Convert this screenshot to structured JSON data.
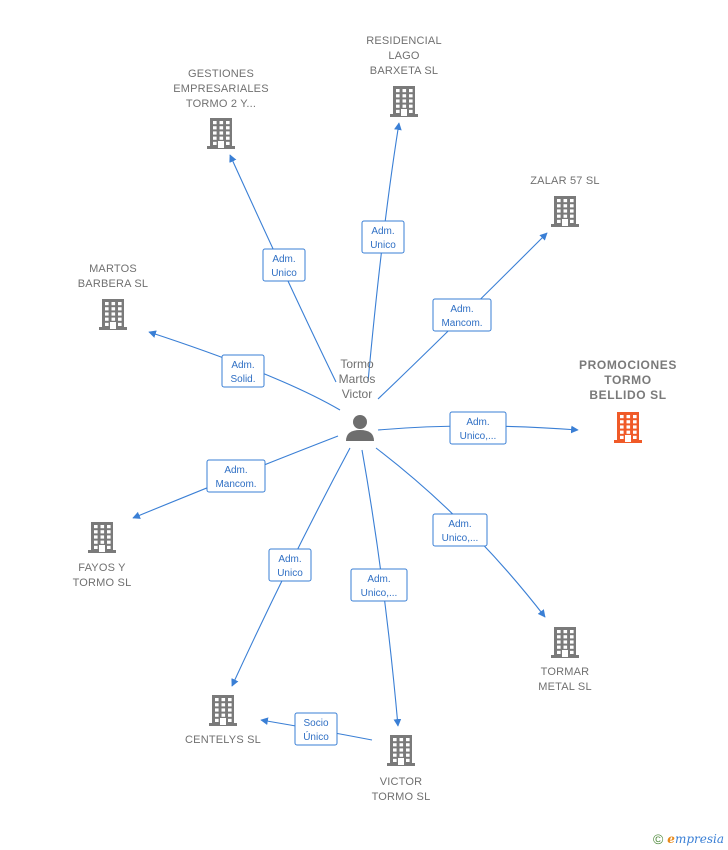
{
  "center": {
    "id": "person",
    "label_lines": [
      "Tormo",
      "Martos",
      "Victor"
    ]
  },
  "nodes": [
    {
      "id": "gestiones",
      "label_lines": [
        "GESTIONES",
        "EMPRESARIALES",
        "TORMO 2 Y..."
      ],
      "highlight": false
    },
    {
      "id": "residencial",
      "label_lines": [
        "RESIDENCIAL",
        "LAGO",
        "BARXETA SL"
      ],
      "highlight": false
    },
    {
      "id": "zalar",
      "label_lines": [
        "ZALAR 57 SL"
      ],
      "highlight": false
    },
    {
      "id": "martos",
      "label_lines": [
        "MARTOS",
        "BARBERA SL"
      ],
      "highlight": false
    },
    {
      "id": "promociones",
      "label_lines": [
        "PROMOCIONES",
        "TORMO",
        "BELLIDO SL"
      ],
      "highlight": true
    },
    {
      "id": "fayos",
      "label_lines": [
        "FAYOS Y",
        "TORMO SL"
      ],
      "highlight": false
    },
    {
      "id": "tormar",
      "label_lines": [
        "TORMAR",
        "METAL SL"
      ],
      "highlight": false
    },
    {
      "id": "centelys",
      "label_lines": [
        "CENTELYS SL"
      ],
      "highlight": false
    },
    {
      "id": "victor",
      "label_lines": [
        "VICTOR",
        "TORMO SL"
      ],
      "highlight": false
    }
  ],
  "edges": [
    {
      "from": "person",
      "to": "gestiones",
      "label_lines": [
        "Adm.",
        "Unico"
      ]
    },
    {
      "from": "person",
      "to": "residencial",
      "label_lines": [
        "Adm.",
        "Unico"
      ]
    },
    {
      "from": "person",
      "to": "zalar",
      "label_lines": [
        "Adm.",
        "Mancom."
      ]
    },
    {
      "from": "person",
      "to": "martos",
      "label_lines": [
        "Adm.",
        "Solid."
      ]
    },
    {
      "from": "person",
      "to": "promociones",
      "label_lines": [
        "Adm.",
        "Unico,..."
      ]
    },
    {
      "from": "person",
      "to": "fayos",
      "label_lines": [
        "Adm.",
        "Mancom."
      ]
    },
    {
      "from": "person",
      "to": "tormar",
      "label_lines": [
        "Adm.",
        "Unico,..."
      ]
    },
    {
      "from": "person",
      "to": "centelys",
      "label_lines": [
        "Adm.",
        "Unico"
      ]
    },
    {
      "from": "person",
      "to": "victor",
      "label_lines": [
        "Adm.",
        "Unico,..."
      ]
    },
    {
      "from": "victor",
      "to": "centelys",
      "label_lines": [
        "Socio",
        "Único"
      ]
    }
  ],
  "colors": {
    "edge": "#3a7fd5",
    "building": "#7a7a7a",
    "highlight_building": "#f05a28",
    "person": "#6e6e6e"
  },
  "footer": {
    "copyright_symbol": "©",
    "brand_initial": "e",
    "brand_rest": "mpresia"
  }
}
